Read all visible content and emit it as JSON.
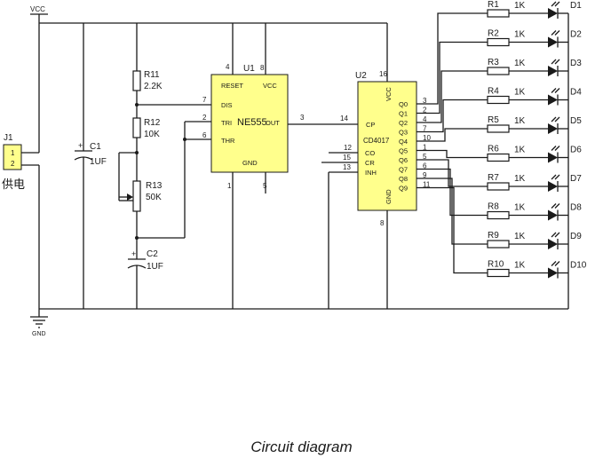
{
  "caption": "Circuit diagram",
  "rails": {
    "vcc": "VCC",
    "gnd": "GND"
  },
  "connector": {
    "ref": "J1",
    "pin1": "1",
    "pin2": "2",
    "label": "供电"
  },
  "c1": {
    "ref": "C1",
    "value": "1UF"
  },
  "c2": {
    "ref": "C2",
    "value": "1UF"
  },
  "r11": {
    "ref": "R11",
    "value": "2.2K"
  },
  "r12": {
    "ref": "R12",
    "value": "10K"
  },
  "r13": {
    "ref": "R13",
    "value": "50K"
  },
  "u1": {
    "ref": "U1",
    "part": "NE555",
    "pins": {
      "reset": "RESET",
      "vcc": "VCC",
      "dis": "DIS",
      "tri": "TRI",
      "thr": "THR",
      "out": "OUT",
      "gnd": "GND"
    },
    "pin_numbers": {
      "p4": "4",
      "p8": "8",
      "p7": "7",
      "p2": "2",
      "p6": "6",
      "p3": "3",
      "p1": "1",
      "p5": "5"
    }
  },
  "u2": {
    "ref": "U2",
    "part": "CD4017",
    "pins": {
      "vcc": "VCC",
      "cp": "CP",
      "co": "CO",
      "cr": "CR",
      "inh": "INH",
      "gnd": "GND"
    },
    "pin_numbers": {
      "p16": "16",
      "p14": "14",
      "p12": "12",
      "p15": "15",
      "p13": "13",
      "p8": "8"
    },
    "outputs": [
      {
        "name": "Q0",
        "pin": "3"
      },
      {
        "name": "Q1",
        "pin": "2"
      },
      {
        "name": "Q2",
        "pin": "4"
      },
      {
        "name": "Q3",
        "pin": "7"
      },
      {
        "name": "Q4",
        "pin": "10"
      },
      {
        "name": "Q5",
        "pin": "1"
      },
      {
        "name": "Q6",
        "pin": "5"
      },
      {
        "name": "Q7",
        "pin": "6"
      },
      {
        "name": "Q8",
        "pin": "9"
      },
      {
        "name": "Q9",
        "pin": "11"
      }
    ]
  },
  "led_channels": [
    {
      "resistor": "R1",
      "value": "1K",
      "led": "D1"
    },
    {
      "resistor": "R2",
      "value": "1K",
      "led": "D2"
    },
    {
      "resistor": "R3",
      "value": "1K",
      "led": "D3"
    },
    {
      "resistor": "R4",
      "value": "1K",
      "led": "D4"
    },
    {
      "resistor": "R5",
      "value": "1K",
      "led": "D5"
    },
    {
      "resistor": "R6",
      "value": "1K",
      "led": "D6"
    },
    {
      "resistor": "R7",
      "value": "1K",
      "led": "D7"
    },
    {
      "resistor": "R8",
      "value": "1K",
      "led": "D8"
    },
    {
      "resistor": "R9",
      "value": "1K",
      "led": "D9"
    },
    {
      "resistor": "R10",
      "value": "1K",
      "led": "D10"
    }
  ]
}
